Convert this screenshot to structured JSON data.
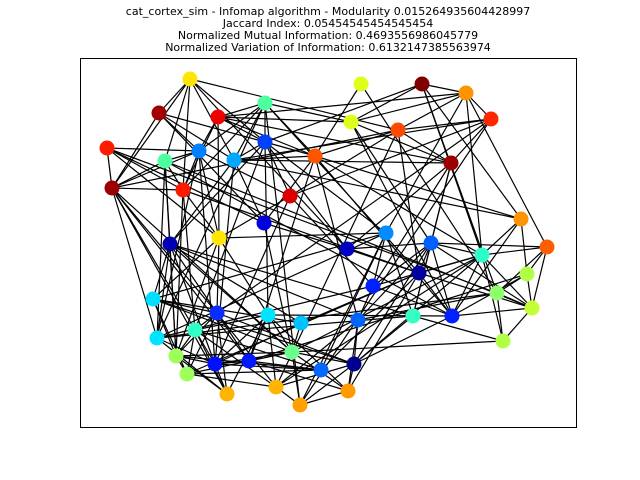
{
  "figure": {
    "title_lines": [
      "cat_cortex_sim - Infomap algorithm - Modularity 0.015264935604428997",
      "Jaccard Index: 0.05454545454545454",
      "Normalized Mutual Information: 0.4693556986045779",
      "Normalized Variation of Information: 0.6132147385563974"
    ]
  },
  "graph": {
    "nodes": [
      {
        "id": "n1",
        "color": "#ffe600"
      },
      {
        "id": "n2",
        "color": "#4dff9f"
      },
      {
        "id": "n3",
        "color": "#ddff1a"
      },
      {
        "id": "n4",
        "color": "#800000"
      },
      {
        "id": "n5",
        "color": "#ff9400"
      },
      {
        "id": "n6",
        "color": "#ff2800"
      },
      {
        "id": "n7",
        "color": "#a00000"
      },
      {
        "id": "n8",
        "color": "#ee0000"
      },
      {
        "id": "n9",
        "color": "#ff1a00"
      },
      {
        "id": "n10",
        "color": "#4dff9f"
      },
      {
        "id": "n11",
        "color": "#0080ff"
      },
      {
        "id": "n12",
        "color": "#00a8ff"
      },
      {
        "id": "n13",
        "color": "#0040ff"
      },
      {
        "id": "n14",
        "color": "#ff5500"
      },
      {
        "id": "n15",
        "color": "#ff4800"
      },
      {
        "id": "n16",
        "color": "#990000"
      },
      {
        "id": "n17",
        "color": "#ff1a00"
      },
      {
        "id": "n18",
        "color": "#9c0000"
      },
      {
        "id": "n19",
        "color": "#dd0000"
      },
      {
        "id": "n20",
        "color": "#0000dd"
      },
      {
        "id": "n21",
        "color": "#ffe600"
      },
      {
        "id": "n22",
        "color": "#0000b0"
      },
      {
        "id": "n23",
        "color": "#0000bf"
      },
      {
        "id": "n24",
        "color": "#008cff"
      },
      {
        "id": "n25",
        "color": "#0060ff"
      },
      {
        "id": "n26",
        "color": "#ff9400"
      },
      {
        "id": "n27",
        "color": "#ff5e00"
      },
      {
        "id": "n28",
        "color": "#2bffca"
      },
      {
        "id": "n29",
        "color": "#b0ff46"
      },
      {
        "id": "n30",
        "color": "#00009c"
      },
      {
        "id": "n31",
        "color": "#0020ff"
      },
      {
        "id": "n32",
        "color": "#8cff6a"
      },
      {
        "id": "n33",
        "color": "#c4ff33"
      },
      {
        "id": "n34",
        "color": "#00dfff"
      },
      {
        "id": "n35",
        "color": "#0a2cff"
      },
      {
        "id": "n36",
        "color": "#00e5ff"
      },
      {
        "id": "n37",
        "color": "#00c0ff"
      },
      {
        "id": "n38",
        "color": "#0064ff"
      },
      {
        "id": "n39",
        "color": "#33ffc4"
      },
      {
        "id": "n40",
        "color": "#0020ff"
      },
      {
        "id": "n41",
        "color": "#b0ff46"
      },
      {
        "id": "n42",
        "color": "#00e5ff"
      },
      {
        "id": "n43",
        "color": "#30ffc7"
      },
      {
        "id": "n44",
        "color": "#9cff5a"
      },
      {
        "id": "n45",
        "color": "#9cff5a"
      },
      {
        "id": "n46",
        "color": "#6aff8c"
      },
      {
        "id": "n47",
        "color": "#0010ff"
      },
      {
        "id": "n48",
        "color": "#0018ff"
      },
      {
        "id": "n49",
        "color": "#0068ff"
      },
      {
        "id": "n50",
        "color": "#00008c"
      },
      {
        "id": "n51",
        "color": "#ffb400"
      },
      {
        "id": "n52",
        "color": "#ffb400"
      },
      {
        "id": "n53",
        "color": "#ffa000"
      },
      {
        "id": "n54",
        "color": "#ff9a00"
      }
    ]
  }
}
